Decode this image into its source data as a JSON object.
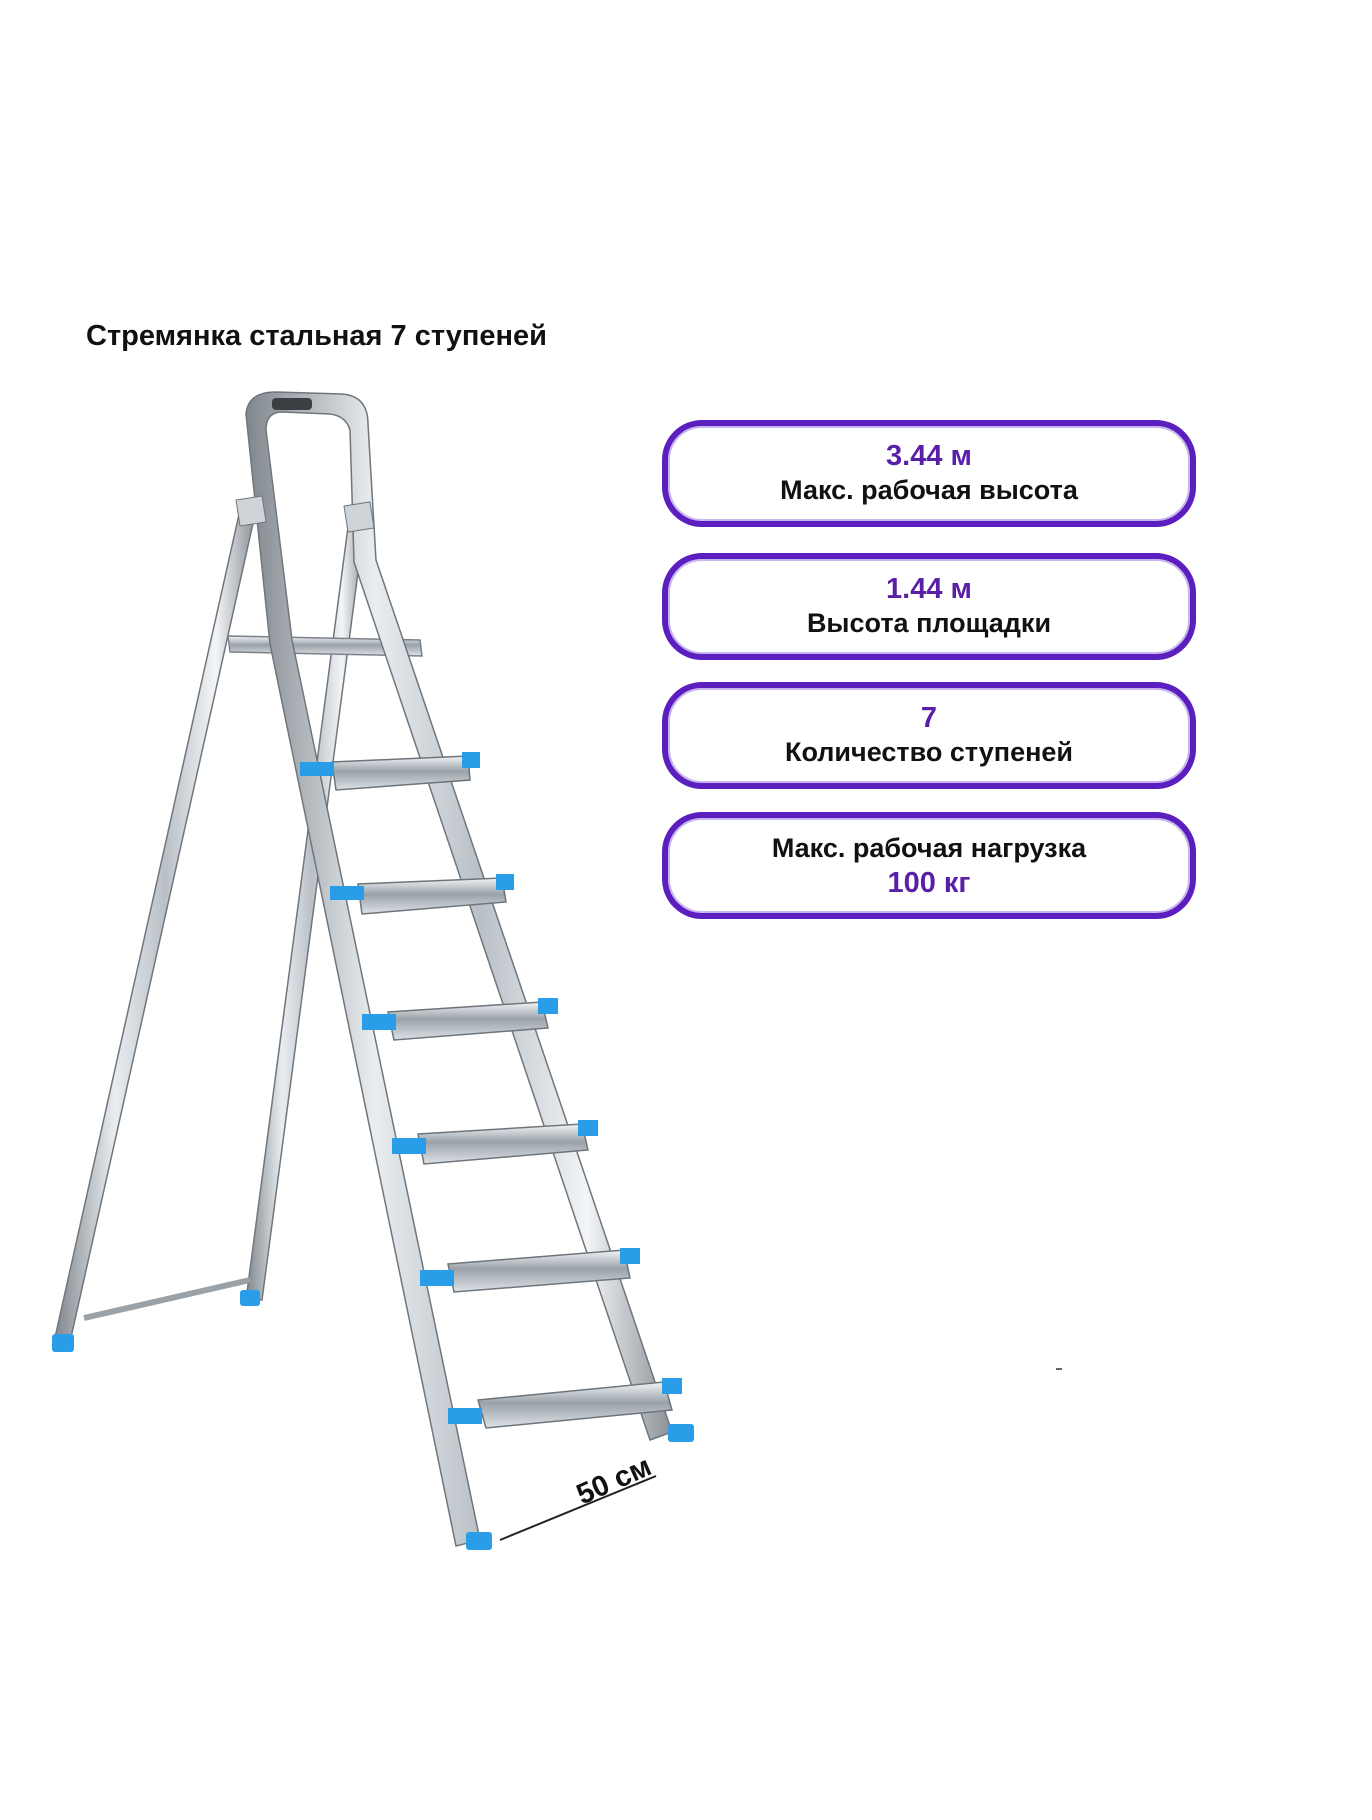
{
  "title": "Стремянка стальная 7 ступеней",
  "specs": [
    {
      "value": "3.44 м",
      "label": "Макс. рабочая высота"
    },
    {
      "value": "1.44 м",
      "label": "Высота площадки"
    },
    {
      "value": "7",
      "label": "Количество ступеней"
    },
    {
      "label": "Макс. рабочая нагрузка",
      "value": "100 кг"
    }
  ],
  "dimension_label": "50 см",
  "colors": {
    "accent": "#5b1fbf",
    "value_text": "#5a1fa8",
    "foot_caps": "#2a9de8"
  }
}
